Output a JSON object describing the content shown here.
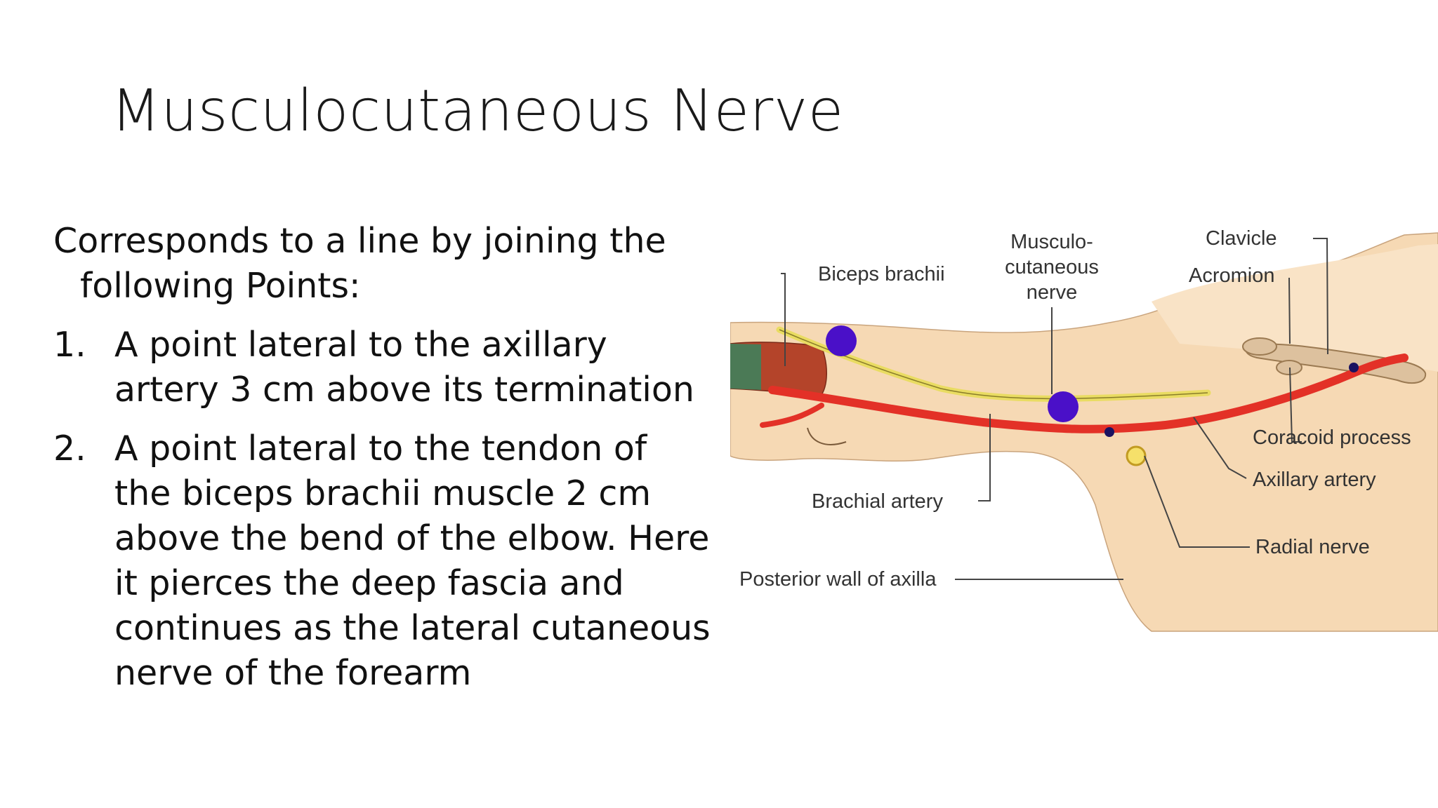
{
  "slide": {
    "title": "Musculocutaneous Nerve",
    "intro": "Corresponds to a line by joining the following Points:",
    "points": [
      {
        "number": "1.",
        "text": "A point lateral to the axillary artery 3 cm above its termination"
      },
      {
        "number": "2.",
        "text": "A point lateral to the tendon of the biceps brachii muscle 2 cm above the bend of the elbow. Here it pierces the deep fascia and continues as the lateral cutaneous nerve of the forearm"
      }
    ]
  },
  "diagram": {
    "labels": {
      "biceps": "Biceps brachii",
      "nerve_1": "Musculo-",
      "nerve_2": "cutaneous",
      "nerve_3": "nerve",
      "clavicle": "Clavicle",
      "acromion": "Acromion",
      "coracoid": "Coracoid process",
      "axillary": "Axillary artery",
      "radial": "Radial nerve",
      "brachial": "Brachial artery",
      "posterior": "Posterior wall of axilla"
    },
    "colors": {
      "skin": "#f6d9b4",
      "artery": "#e33127",
      "nerve": "#e9dc62",
      "marker": "#4a10c8",
      "muscle": "#b4442a",
      "bone": "#ddc19e"
    }
  }
}
